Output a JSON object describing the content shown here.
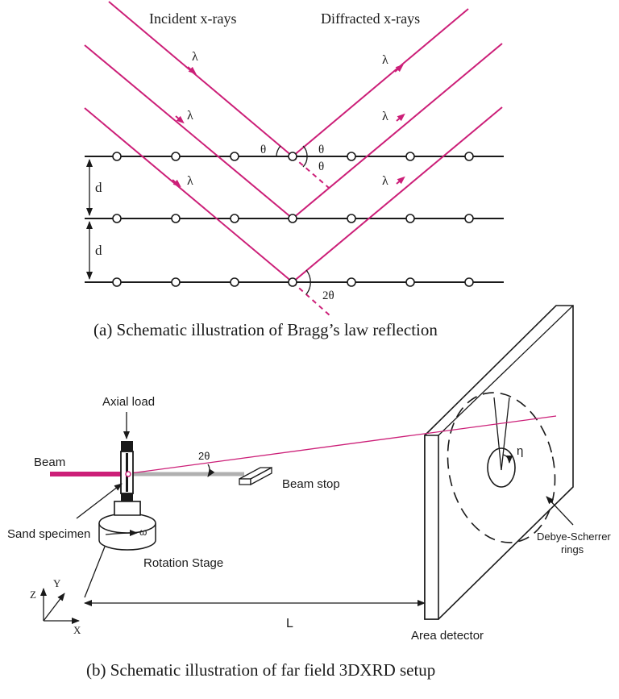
{
  "panel_a": {
    "incident_label": "Incident x-rays",
    "diffracted_label": "Diffracted x-rays",
    "lambda": "λ",
    "theta": "θ",
    "two_theta": "2θ",
    "d_label": "d",
    "caption": "(a) Schematic illustration of Bragg’s law reflection"
  },
  "panel_b": {
    "axial_load": "Axial load",
    "beam": "Beam",
    "two_theta": "2θ",
    "beam_stop": "Beam stop",
    "sand_specimen": "Sand specimen",
    "omega": "ω",
    "rotation_stage": "Rotation Stage",
    "eta": "η",
    "debye_scherrer_line1": "Debye-Scherrer",
    "debye_scherrer_line2": "rings",
    "area_detector": "Area detector",
    "distance_label": "L",
    "axis_x": "X",
    "axis_y": "Y",
    "axis_z": "Z",
    "caption": "(b) Schematic illustration of far field 3DXRD setup"
  },
  "colors": {
    "xray": "#cc1f78",
    "beam_core": "#b0b0b0",
    "line": "#1a1a1a"
  }
}
